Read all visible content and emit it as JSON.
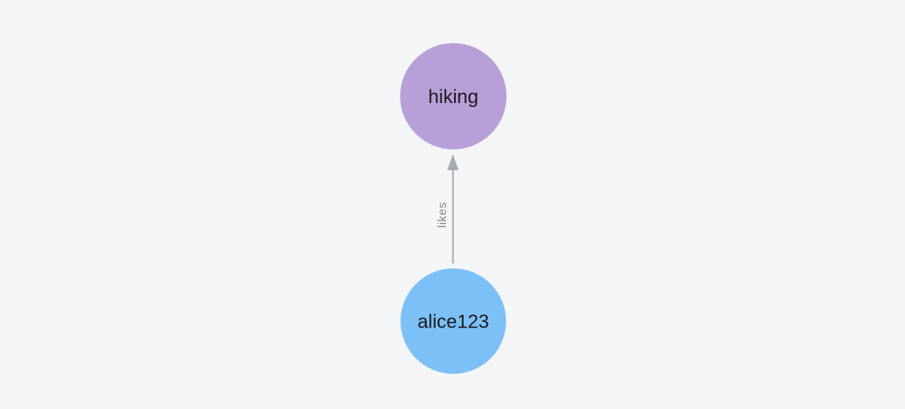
{
  "canvas": {
    "background": "#f4f5f6"
  },
  "graph": {
    "type": "node-link-graph",
    "nodes": [
      {
        "id": "hiking",
        "label": "hiking",
        "color": "#b89fd8",
        "text_color": "#1a1a1a"
      },
      {
        "id": "alice123",
        "label": "alice123",
        "color": "#7cc0f8",
        "text_color": "#1a1a1a"
      }
    ],
    "edges": [
      {
        "from": "alice123",
        "to": "hiking",
        "label": "likes",
        "color": "#a6aab3",
        "label_color": "#84888f"
      }
    ]
  }
}
